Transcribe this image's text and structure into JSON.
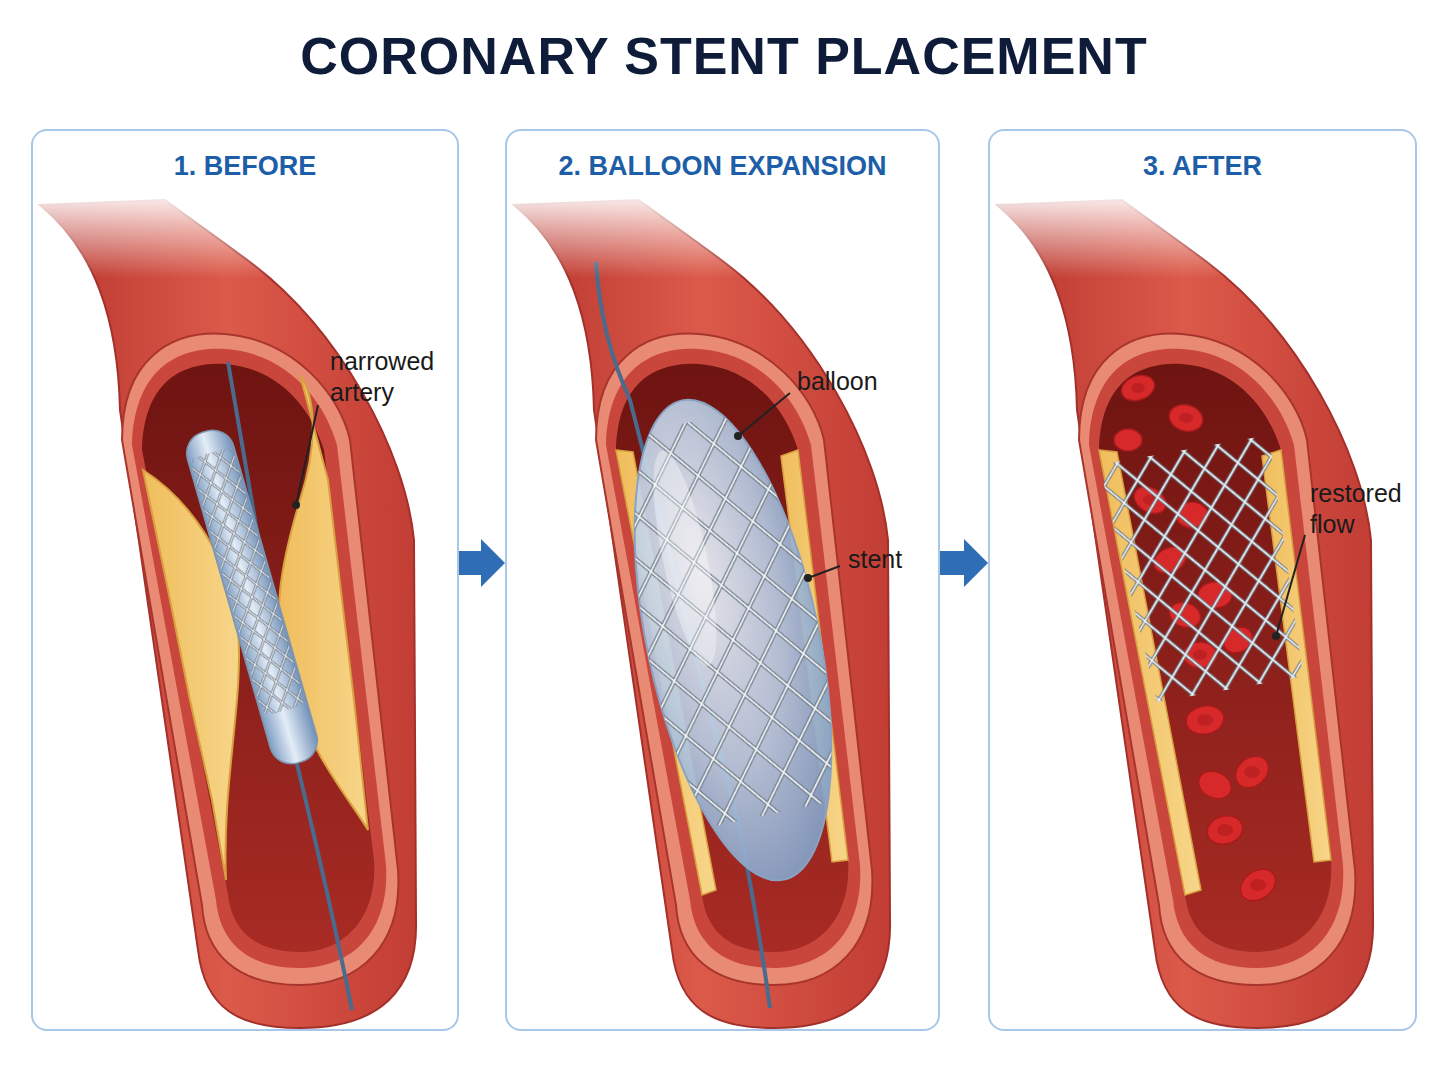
{
  "diagram": {
    "title": "CORONARY STENT PLACEMENT",
    "nodes": [
      {
        "text": [
          "1. BEFORE"
        ]
      },
      {
        "text": [
          "2. BALLOON EXPANSION"
        ]
      },
      {
        "text": [
          "3. AFTER"
        ]
      }
    ],
    "edges": [
      {
        "from": 0,
        "to": 1,
        "arrow": "to"
      },
      {
        "from": 1,
        "to": 2,
        "arrow": "to"
      }
    ],
    "labels": [
      "narrowed artery",
      "balloon",
      "stent",
      "restored flow"
    ]
  }
}
